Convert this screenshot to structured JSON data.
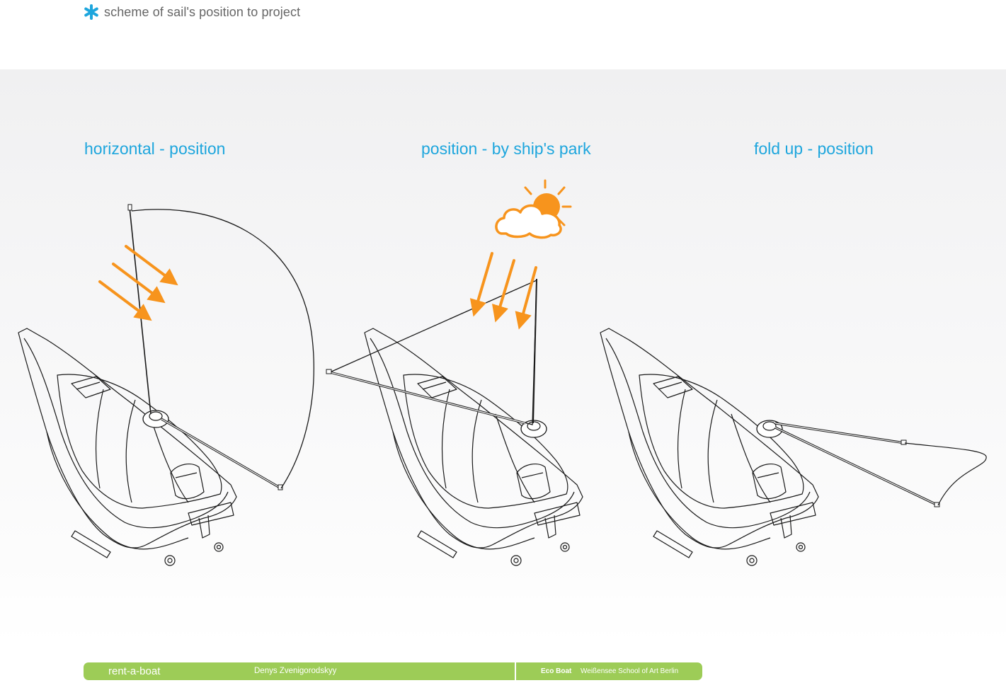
{
  "header": {
    "caption": "scheme of sail's position to project"
  },
  "sections": [
    {
      "title": "horizontal - position"
    },
    {
      "title": "position - by ship's park"
    },
    {
      "title": "fold up - position"
    }
  ],
  "footer": {
    "project": "rent-a-boat",
    "author": "Denys Zvenigorodskyy",
    "brand": "Eco Boat",
    "school": "Weißensee School of Art Berlin"
  },
  "colors": {
    "accent_blue": "#1ea6dd",
    "sun_orange": "#f7941d",
    "footer_green": "#9dcc57",
    "line": "#1a1a1a"
  }
}
